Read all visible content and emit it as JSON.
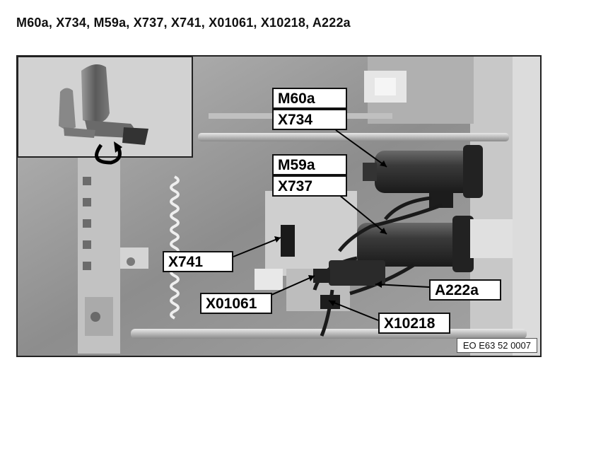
{
  "title": "M60a, X734, M59a, X737, X741, X01061, X10218, A222a",
  "callouts": {
    "m60a": "M60a",
    "x734": "X734",
    "m59a": "M59a",
    "x737": "X737",
    "x741": "X741",
    "x01061": "X01061",
    "a222a": "A222a",
    "x10218": "X10218"
  },
  "reference_code": "EO E63 52 0007"
}
